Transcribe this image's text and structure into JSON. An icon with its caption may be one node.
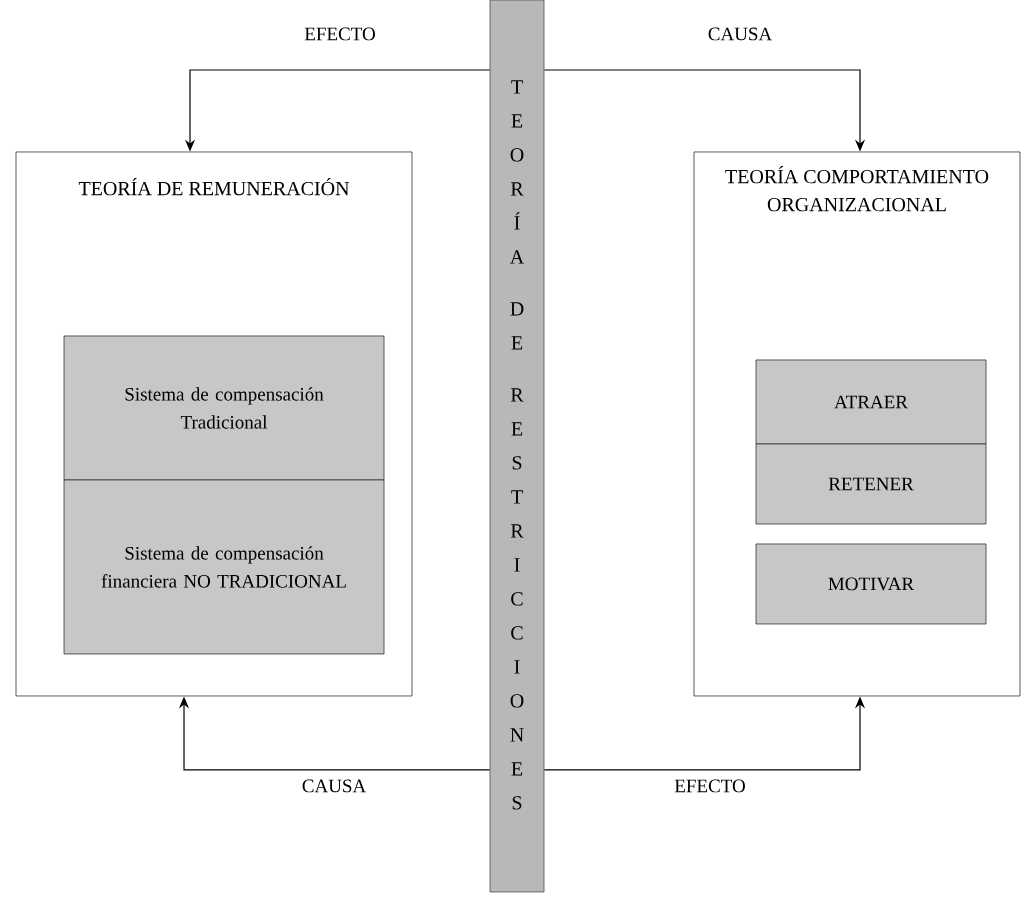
{
  "diagram": {
    "nodes": [
      {
        "text": [
          "TEORÍA DE RESTRICCIONES"
        ]
      },
      {
        "text": [
          "TEORÍA DE REMUNERACIÓN"
        ]
      },
      {
        "text": [
          "Sistema de compensación Tradicional"
        ],
        "in": 1
      },
      {
        "text": [
          "Sistema de compensación financiera NO TRADICIONAL"
        ],
        "in": 1
      },
      {
        "text": [
          "TEORÍA COMPORTAMIENTO ORGANIZACIONAL"
        ]
      },
      {
        "text": [
          "ATRAER"
        ],
        "in": 4
      },
      {
        "text": [
          "RETENER"
        ],
        "in": 4
      },
      {
        "text": [
          "MOTIVAR"
        ],
        "in": 4
      }
    ],
    "edges": [
      {
        "from": 0,
        "to": 1,
        "arrow": "to",
        "label": "EFECTO"
      },
      {
        "from": 0,
        "to": 4,
        "arrow": "to",
        "label": "CAUSA"
      },
      {
        "from": 0,
        "to": 1,
        "arrow": "to",
        "label": "CAUSA"
      },
      {
        "from": 0,
        "to": 4,
        "arrow": "to",
        "label": "EFECTO"
      }
    ]
  }
}
